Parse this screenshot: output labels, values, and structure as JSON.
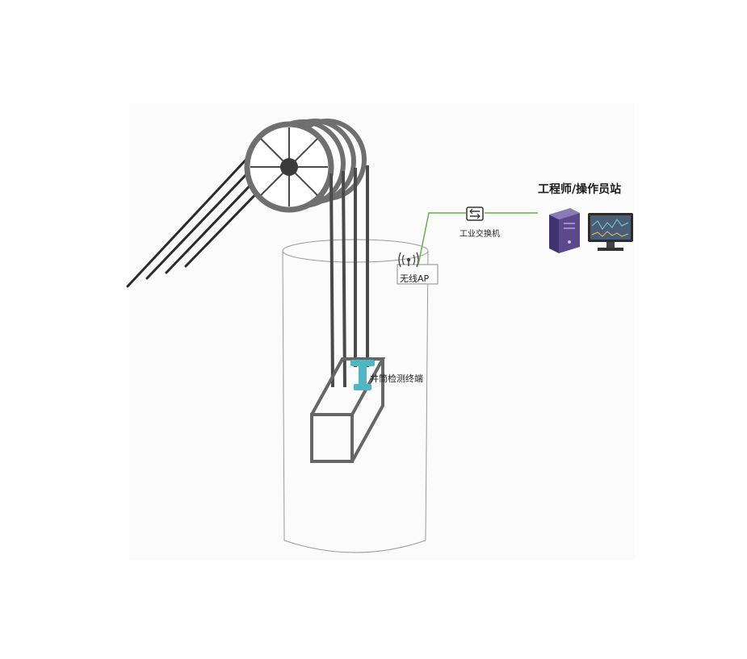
{
  "labels": {
    "workstation": "工程师/操作员站",
    "switch": "工业交换机",
    "wireless_ap": "无线AP",
    "shaft_terminal": "井筒检测终端"
  },
  "colors": {
    "rope": "#2b2b2b",
    "sheave": "#6f6f6f",
    "shaft_outline": "#9a9a9a",
    "cage": "#666666",
    "terminal": "#4fb7c4",
    "network_line": "#6ab04c",
    "pc_tower": "#5a4a8a",
    "monitor_screen": "#4a5e7a"
  },
  "icons": [
    "pulley-icon",
    "wireless-ap-icon",
    "switch-icon",
    "pc-tower-icon",
    "monitor-icon",
    "terminal-icon"
  ]
}
